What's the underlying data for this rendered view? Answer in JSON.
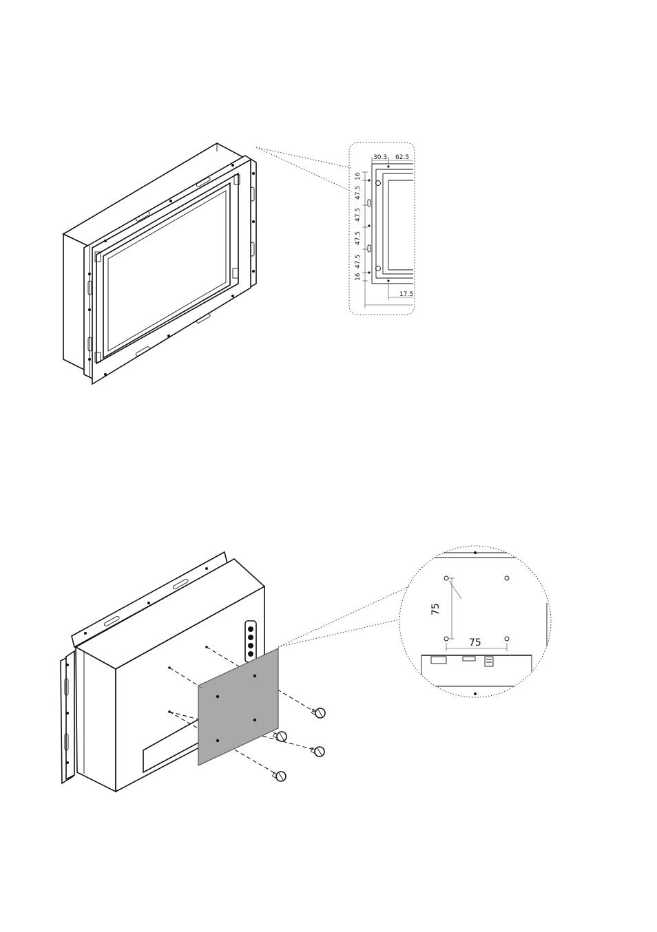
{
  "figure1": {
    "detail_dims": {
      "top_left": "30.3",
      "top_right": "62.5",
      "side_16_top": "16",
      "side_47_a": "47.5",
      "side_47_b": "47.5",
      "side_47_c": "47.5",
      "side_47_d": "47.5",
      "side_16_bottom": "16",
      "bottom_right": "17.5"
    }
  },
  "figure2": {
    "vesa_dims": {
      "vertical": "75",
      "horizontal": "75"
    },
    "colors": {
      "vesa_plate": "#a9a9a9"
    }
  }
}
